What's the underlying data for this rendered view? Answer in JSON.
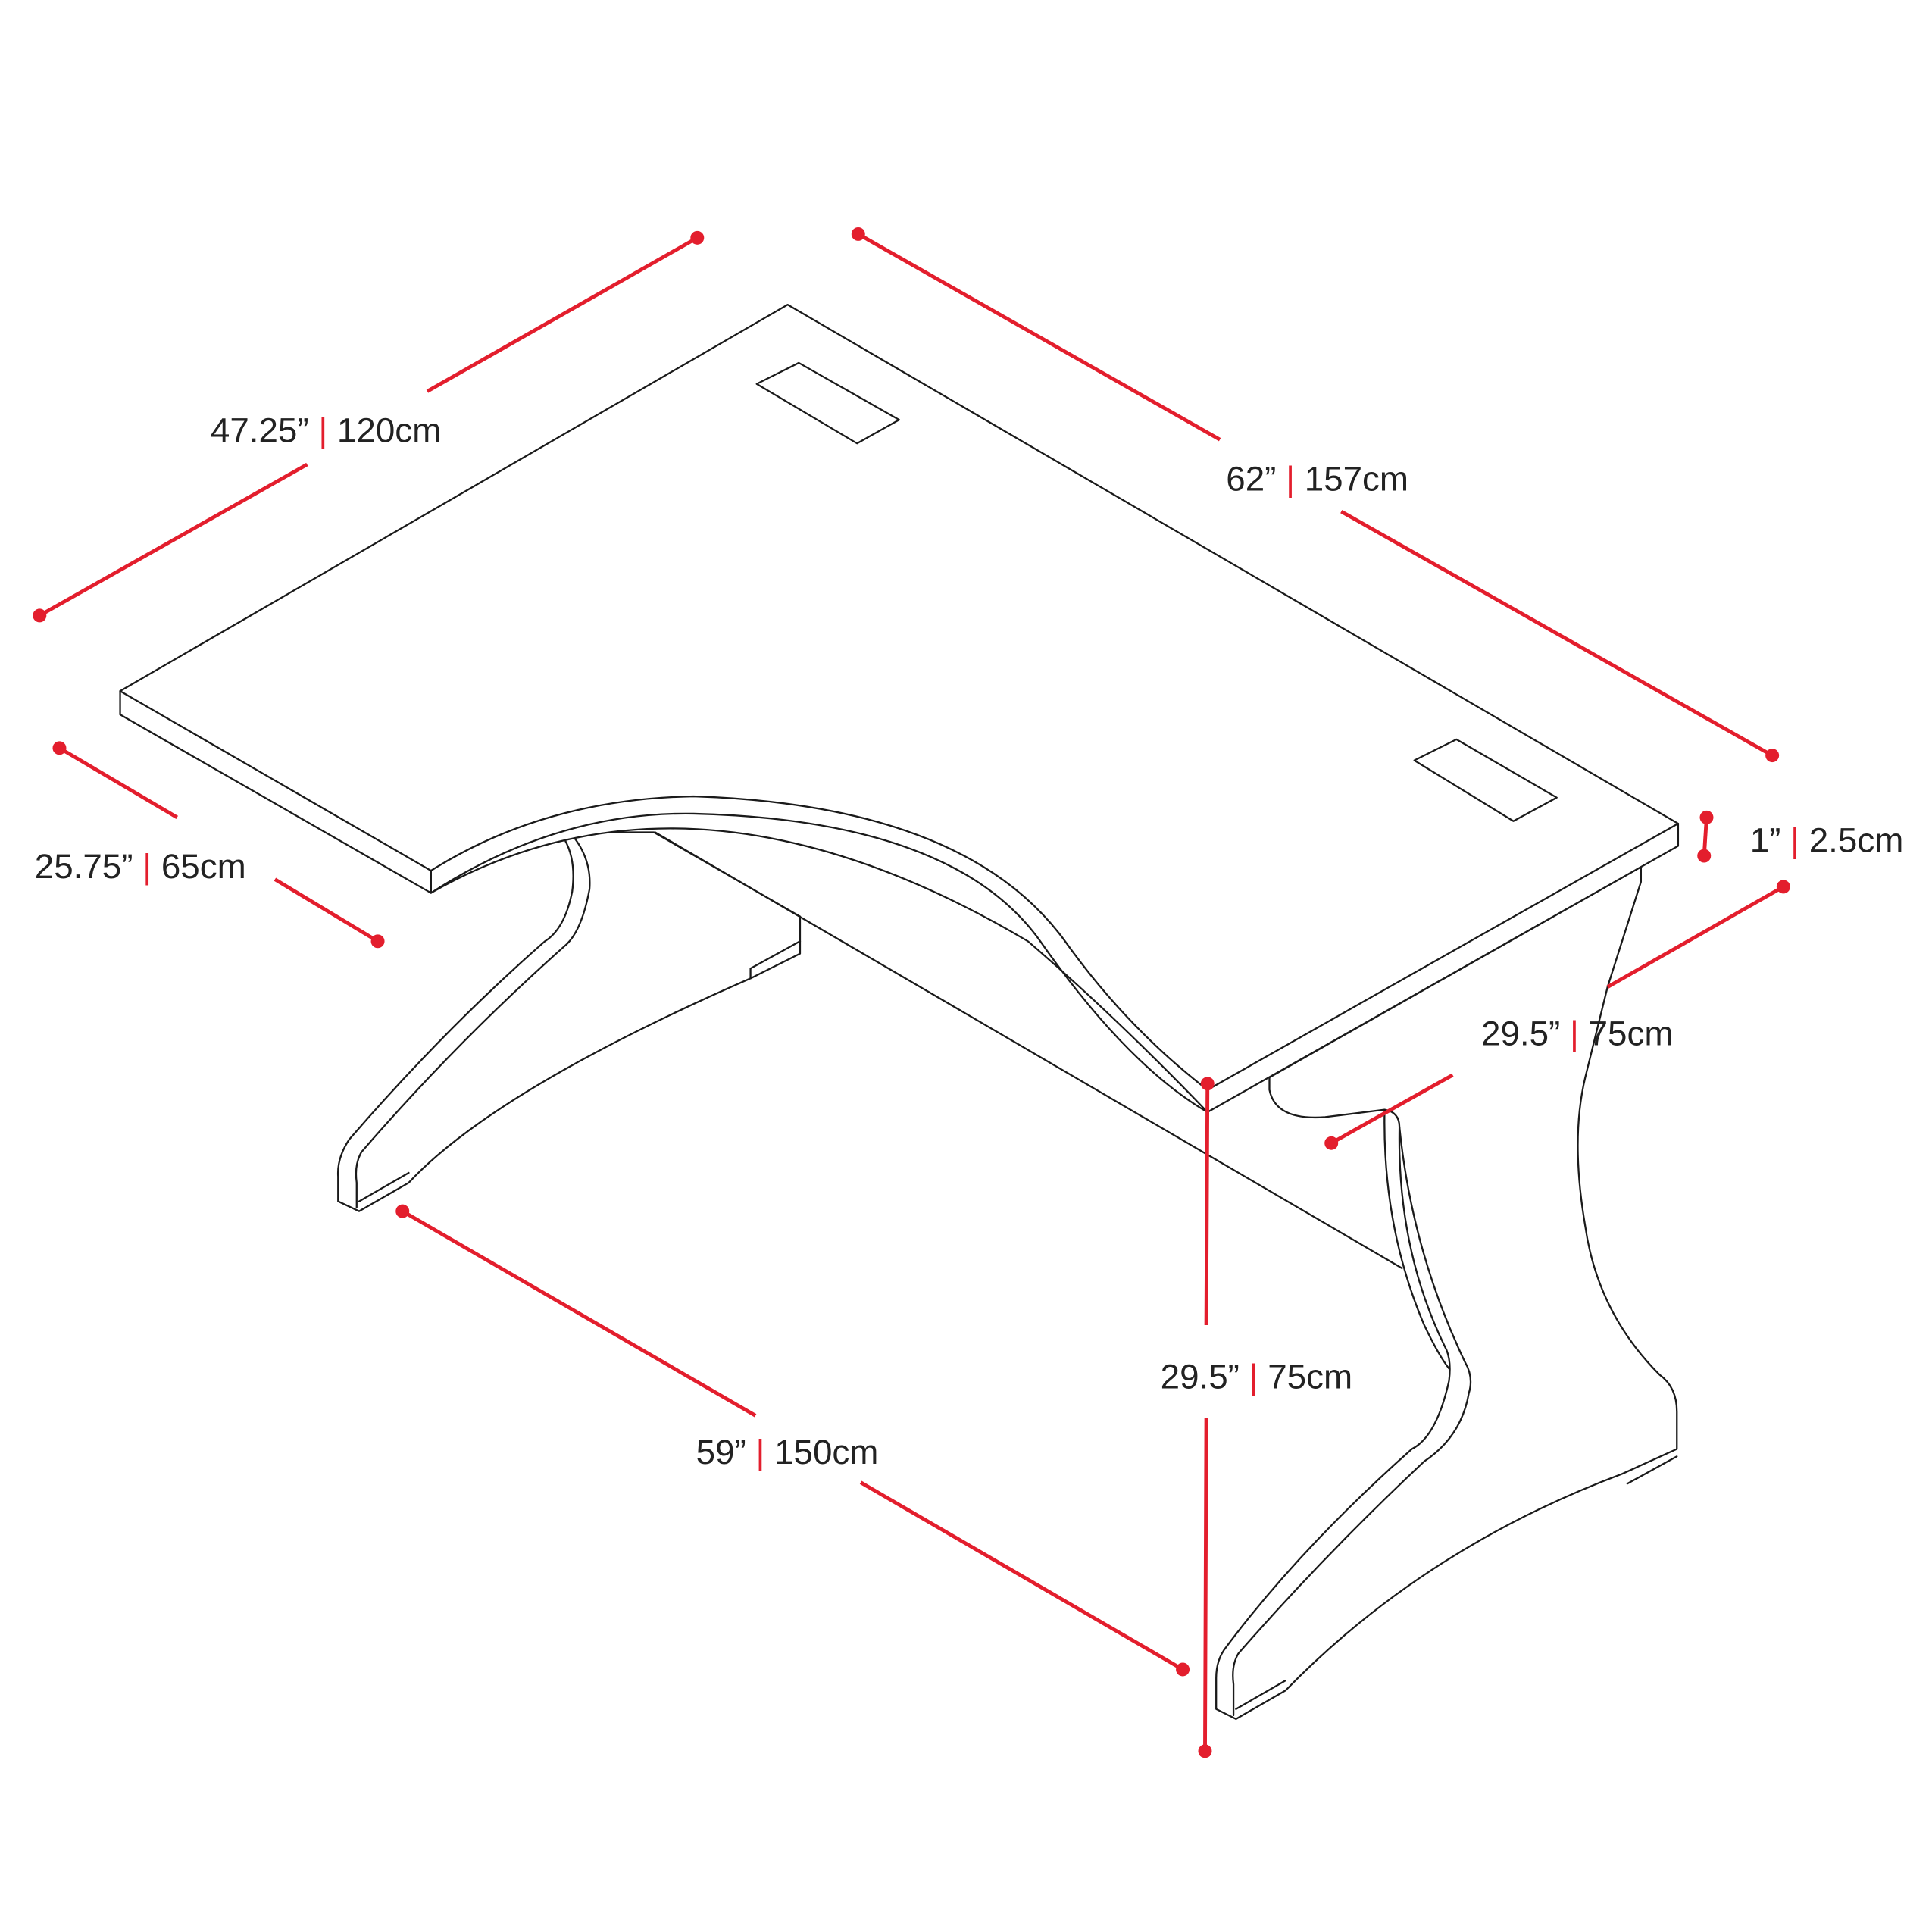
{
  "accent_color": "#e31e2d",
  "dimensions": {
    "depth_left": {
      "inches": "47.25”",
      "separator": "|",
      "cm": "120cm"
    },
    "width_top": {
      "inches": "62”",
      "separator": "|",
      "cm": "157cm"
    },
    "wing_depth": {
      "inches": "25.75”",
      "separator": "|",
      "cm": "65cm"
    },
    "top_thickness": {
      "inches": "1”",
      "separator": "|",
      "cm": "2.5cm"
    },
    "side_depth": {
      "inches": "29.5”",
      "separator": "|",
      "cm": "75cm"
    },
    "height": {
      "inches": "29.5”",
      "separator": "|",
      "cm": "75cm"
    },
    "leg_span": {
      "inches": "59”",
      "separator": "|",
      "cm": "150cm"
    }
  }
}
